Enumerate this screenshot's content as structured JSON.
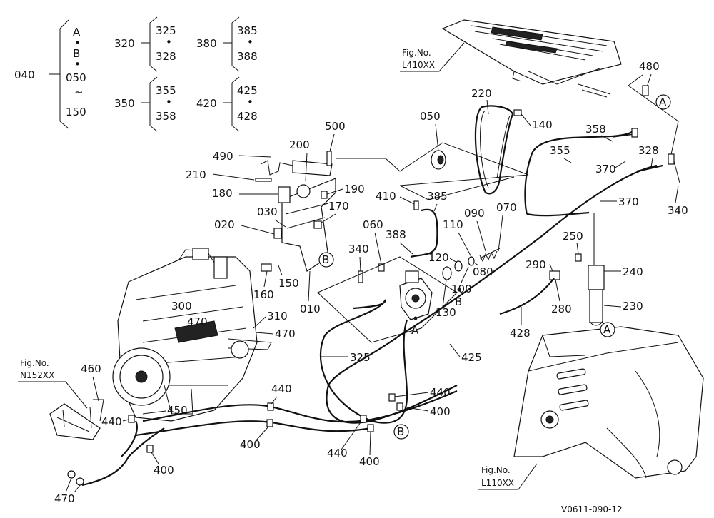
{
  "groups": [
    {
      "key": "040",
      "items": [
        "A",
        "•",
        "B",
        "•",
        "050",
        "~",
        "150"
      ]
    },
    {
      "key": "320",
      "items": [
        "325",
        "•",
        "328"
      ]
    },
    {
      "key": "380",
      "items": [
        "385",
        "•",
        "388"
      ]
    },
    {
      "key": "350",
      "items": [
        "355",
        "•",
        "358"
      ]
    },
    {
      "key": "420",
      "items": [
        "425",
        "•",
        "428"
      ]
    }
  ],
  "fig_refs": [
    {
      "title": "Fig.No.",
      "code": "L410XX"
    },
    {
      "title": "Fig.No.",
      "code": "N152XX"
    },
    {
      "title": "Fig.No.",
      "code": "L110XX"
    }
  ],
  "callouts": [
    "480",
    "A",
    "220",
    "050",
    "140",
    "358",
    "355",
    "328",
    "370",
    "340",
    "500",
    "200",
    "490",
    "210",
    "180",
    "190",
    "410",
    "385",
    "090",
    "070",
    "170",
    "030",
    "020",
    "060",
    "110",
    "388",
    "340",
    "120",
    "080",
    "B",
    "100",
    "130",
    "B",
    "A",
    "160",
    "150",
    "010",
    "300",
    "470",
    "310",
    "470",
    "370",
    "250",
    "240",
    "290",
    "280",
    "230",
    "428",
    "A",
    "325",
    "425",
    "460",
    "440",
    "450",
    "440",
    "440",
    "400",
    "400",
    "440",
    "400",
    "B",
    "400",
    "470"
  ],
  "footer": {
    "code": "V0611-090-12"
  }
}
